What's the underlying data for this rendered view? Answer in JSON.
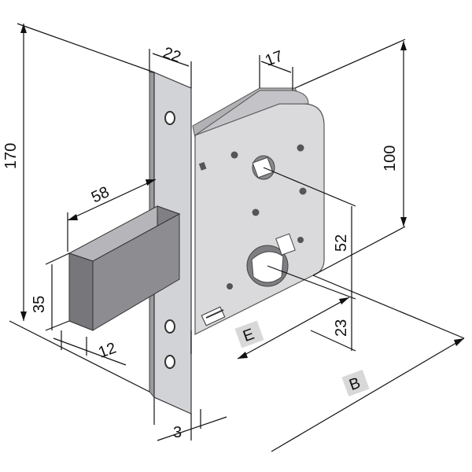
{
  "dimensions": {
    "faceplate_width": "22",
    "backset_offset": "17",
    "height_170": "170",
    "bolt_throw": "58",
    "lock_body_height": "100",
    "bolt_height": "35",
    "hole_spacing": "52",
    "bolt_thickness": "12",
    "lower_gap": "23",
    "faceplate_thickness": "3",
    "E_label": "E",
    "B_label": "B"
  },
  "colors": {
    "body": "#d9d9dc",
    "body_dark": "#a9a9ad",
    "plate": "#cfd0d4",
    "bolt_front": "#8b8b8f",
    "bolt_top": "#b9b9bd",
    "label_box": "#d8d8d8"
  }
}
